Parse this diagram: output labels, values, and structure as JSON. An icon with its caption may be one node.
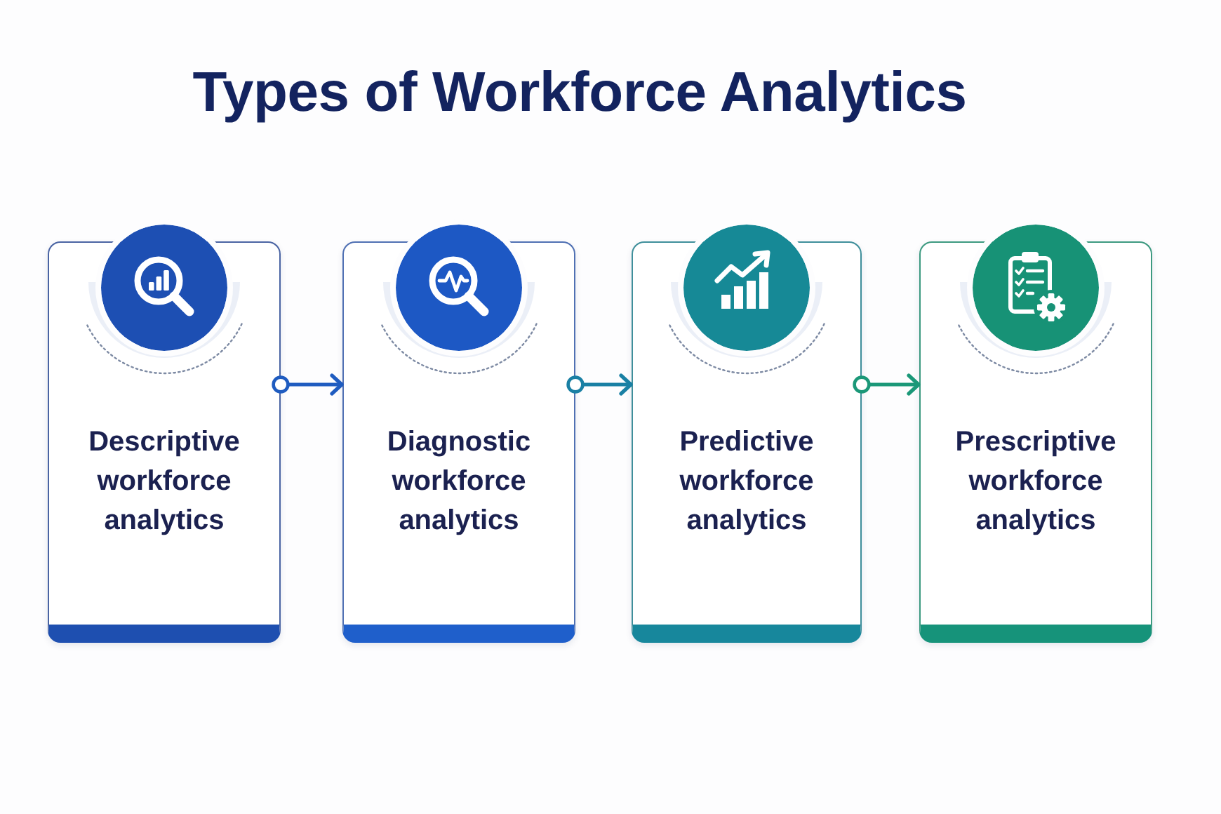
{
  "diagram": {
    "title": "Types of Workforce Analytics",
    "nodes": [
      {
        "text": [
          "Descriptive workforce analytics"
        ]
      },
      {
        "text": [
          "Diagnostic workforce analytics"
        ]
      },
      {
        "text": [
          "Predictive workforce analytics"
        ]
      },
      {
        "text": [
          "Prescriptive workforce analytics"
        ]
      }
    ],
    "edges": [
      {
        "from": 0,
        "to": 1,
        "arrow": "to",
        "color": "#1f5cc0"
      },
      {
        "from": 1,
        "to": 2,
        "arrow": "to",
        "color": "#1a80a4"
      },
      {
        "from": 2,
        "to": 3,
        "arrow": "to",
        "color": "#1b9878"
      }
    ]
  }
}
